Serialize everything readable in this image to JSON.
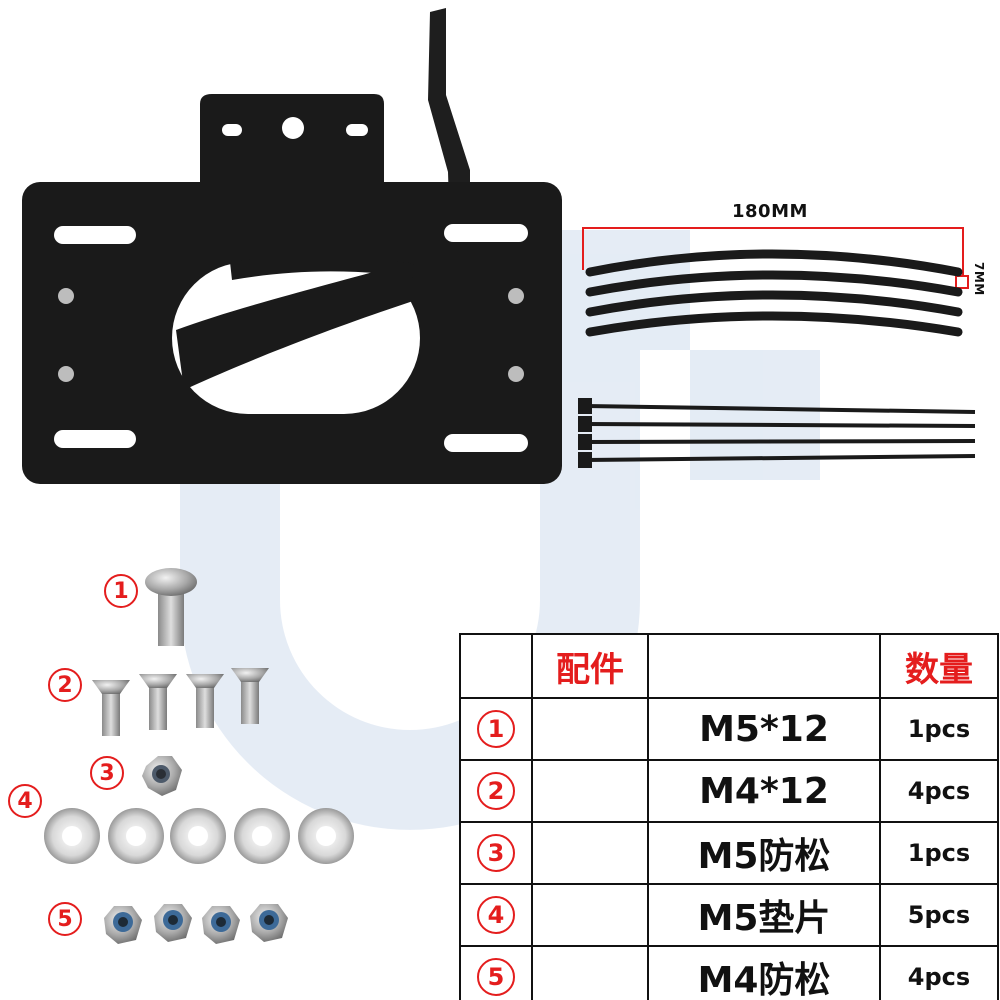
{
  "dimensions": {
    "length_label": "180MM",
    "width_label": "7MM"
  },
  "callouts": [
    "1",
    "2",
    "3",
    "4",
    "5"
  ],
  "table": {
    "header_part": "配件",
    "header_qty": "数量",
    "rows": [
      {
        "no": "1",
        "spec": "M5*12",
        "qty": "1pcs"
      },
      {
        "no": "2",
        "spec": "M4*12",
        "qty": "4pcs"
      },
      {
        "no": "3",
        "spec": "M5防松",
        "qty": "1pcs"
      },
      {
        "no": "4",
        "spec": "M5垫片",
        "qty": "5pcs"
      },
      {
        "no": "5",
        "spec": "M4防松",
        "qty": "4pcs"
      }
    ]
  },
  "colors": {
    "accent": "#e41d1d",
    "watermark": "#dce6f2",
    "bracket": "#1a1a1a"
  }
}
